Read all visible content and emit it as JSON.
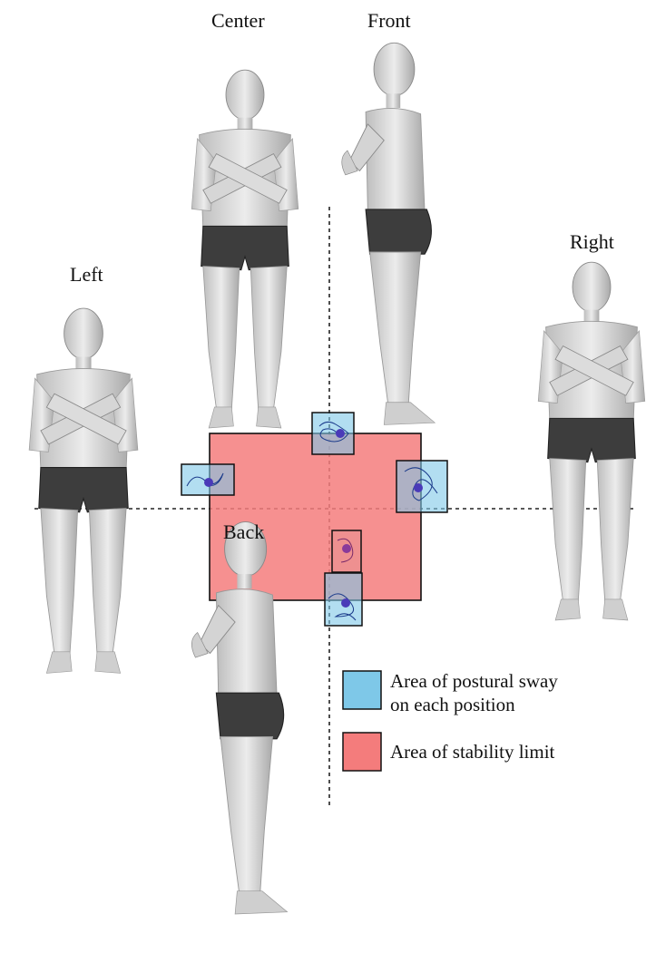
{
  "labels": {
    "center": "Center",
    "front": "Front",
    "right": "Right",
    "left": "Left",
    "back": "Back"
  },
  "legend": {
    "sway_line1": "Area of postural sway",
    "sway_line2": "on each position",
    "stability": "Area of stability limit"
  },
  "colors": {
    "sway_fill": "#7ec8e8",
    "stability_fill": "#f47c7c",
    "sway_path": "#1a3a8a",
    "cop_dot": "#4a3ab8",
    "figure_skin": "#d9d9d9",
    "shorts": "#3a3a3a"
  },
  "figures": [
    {
      "name": "center-figure",
      "pose": "frontal"
    },
    {
      "name": "front-figure",
      "pose": "profile"
    },
    {
      "name": "left-figure",
      "pose": "frontal"
    },
    {
      "name": "right-figure",
      "pose": "frontal"
    },
    {
      "name": "back-figure",
      "pose": "profile"
    }
  ]
}
